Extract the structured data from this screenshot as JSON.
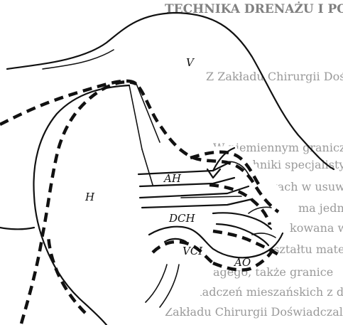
{
  "background_text": {
    "title_line": "TECHNIKA DRENAŻU I PONTONÓW",
    "lines": [
      "Z Zakładu Chirurgii Doświadczalnej i Techniki",
      "W niemiennym granicznych i",
      "Ich techniki specjalistycznego",
      "wskaźnikach w usuwanie",
      "ma jedna",
      "kowana w",
      "z kształtu materiał",
      "agego, także granice",
      "oświadczeń mieszańskich z doświadczalną",
      "Zakładu Chirurgii Doświadczalnej i Tech"
    ]
  },
  "diagram": {
    "labels": {
      "V": "V",
      "H": "H",
      "AH": "AH",
      "DCH": "DCH",
      "VCI": "VCI",
      "AO": "AO"
    },
    "colors": {
      "ink": "#111111",
      "paper": "#ffffff",
      "faded_text": "#9a9a9a"
    }
  }
}
